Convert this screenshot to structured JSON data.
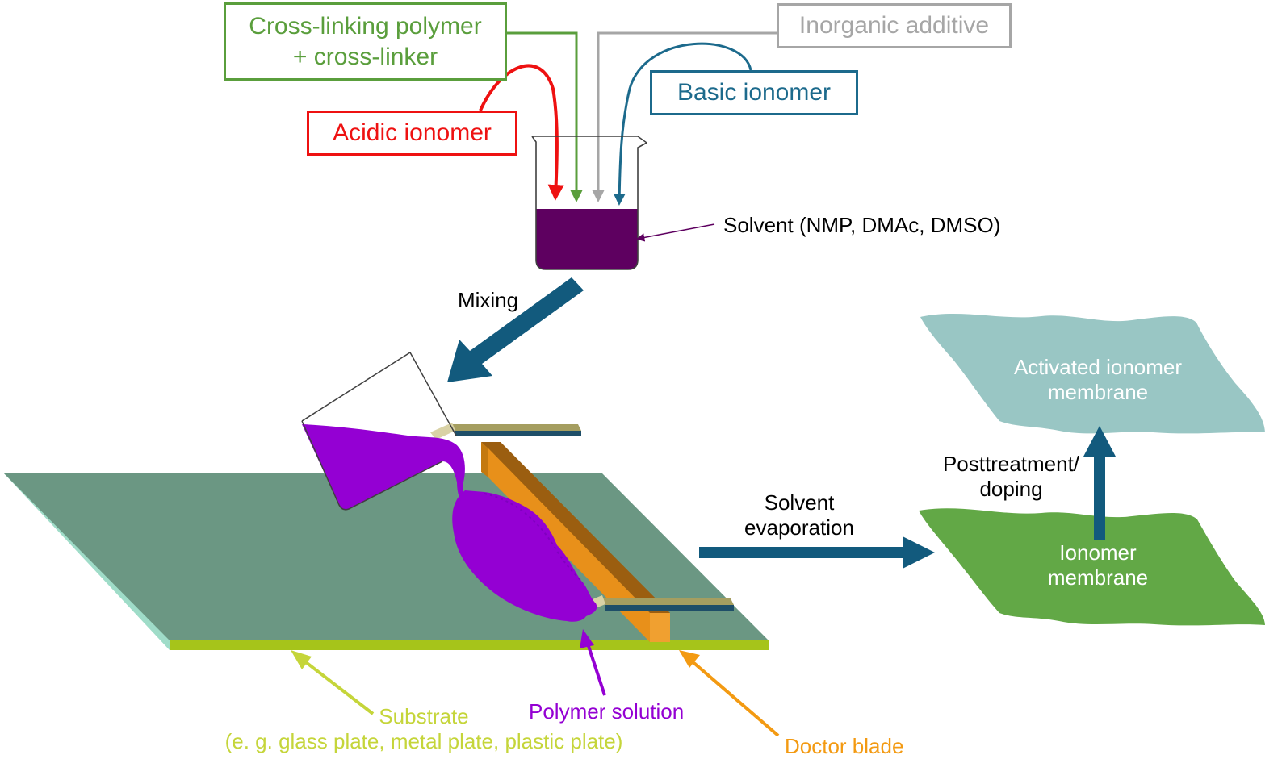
{
  "boxes": {
    "crosslinking": {
      "line1": "Cross-linking polymer",
      "line2": "+ cross-linker",
      "color": "#5a9e3c"
    },
    "inorganic": {
      "label": "Inorganic additive",
      "color": "#a6a6a6"
    },
    "basic": {
      "label": "Basic ionomer",
      "color": "#1c6a8c"
    },
    "acidic": {
      "label": "Acidic  ionomer",
      "color": "#ee1111"
    }
  },
  "labels": {
    "solvent": "Solvent (NMP, DMAc, DMSO)",
    "mixing": "Mixing",
    "solvent_evap_line1": "Solvent",
    "solvent_evap_line2": "evaporation",
    "post_line1": "Posttreatment/",
    "post_line2": "doping",
    "activated_line1": "Activated ionomer",
    "activated_line2": "membrane",
    "ionomer_line1": "Ionomer",
    "ionomer_line2": "membrane",
    "substrate_line1": "Substrate",
    "substrate_line2": "(e. g. glass plate, metal plate, plastic plate)",
    "polymer_solution": "Polymer solution",
    "doctor_blade": "Doctor blade"
  },
  "colors": {
    "solvent_liquid": "#5e0060",
    "polymer_solution": "#9400d3",
    "substrate_top": "#6b9783",
    "substrate_edge": "#a6c41a",
    "substrate_side": "#9fdcc8",
    "blade": "#e8901a",
    "process_arrow": "#125a7d",
    "activated_membrane": "#99c6c4",
    "ionomer_membrane": "#62a846",
    "substrate_text": "#c5d53a",
    "doctor_blade_text": "#f39a12"
  }
}
